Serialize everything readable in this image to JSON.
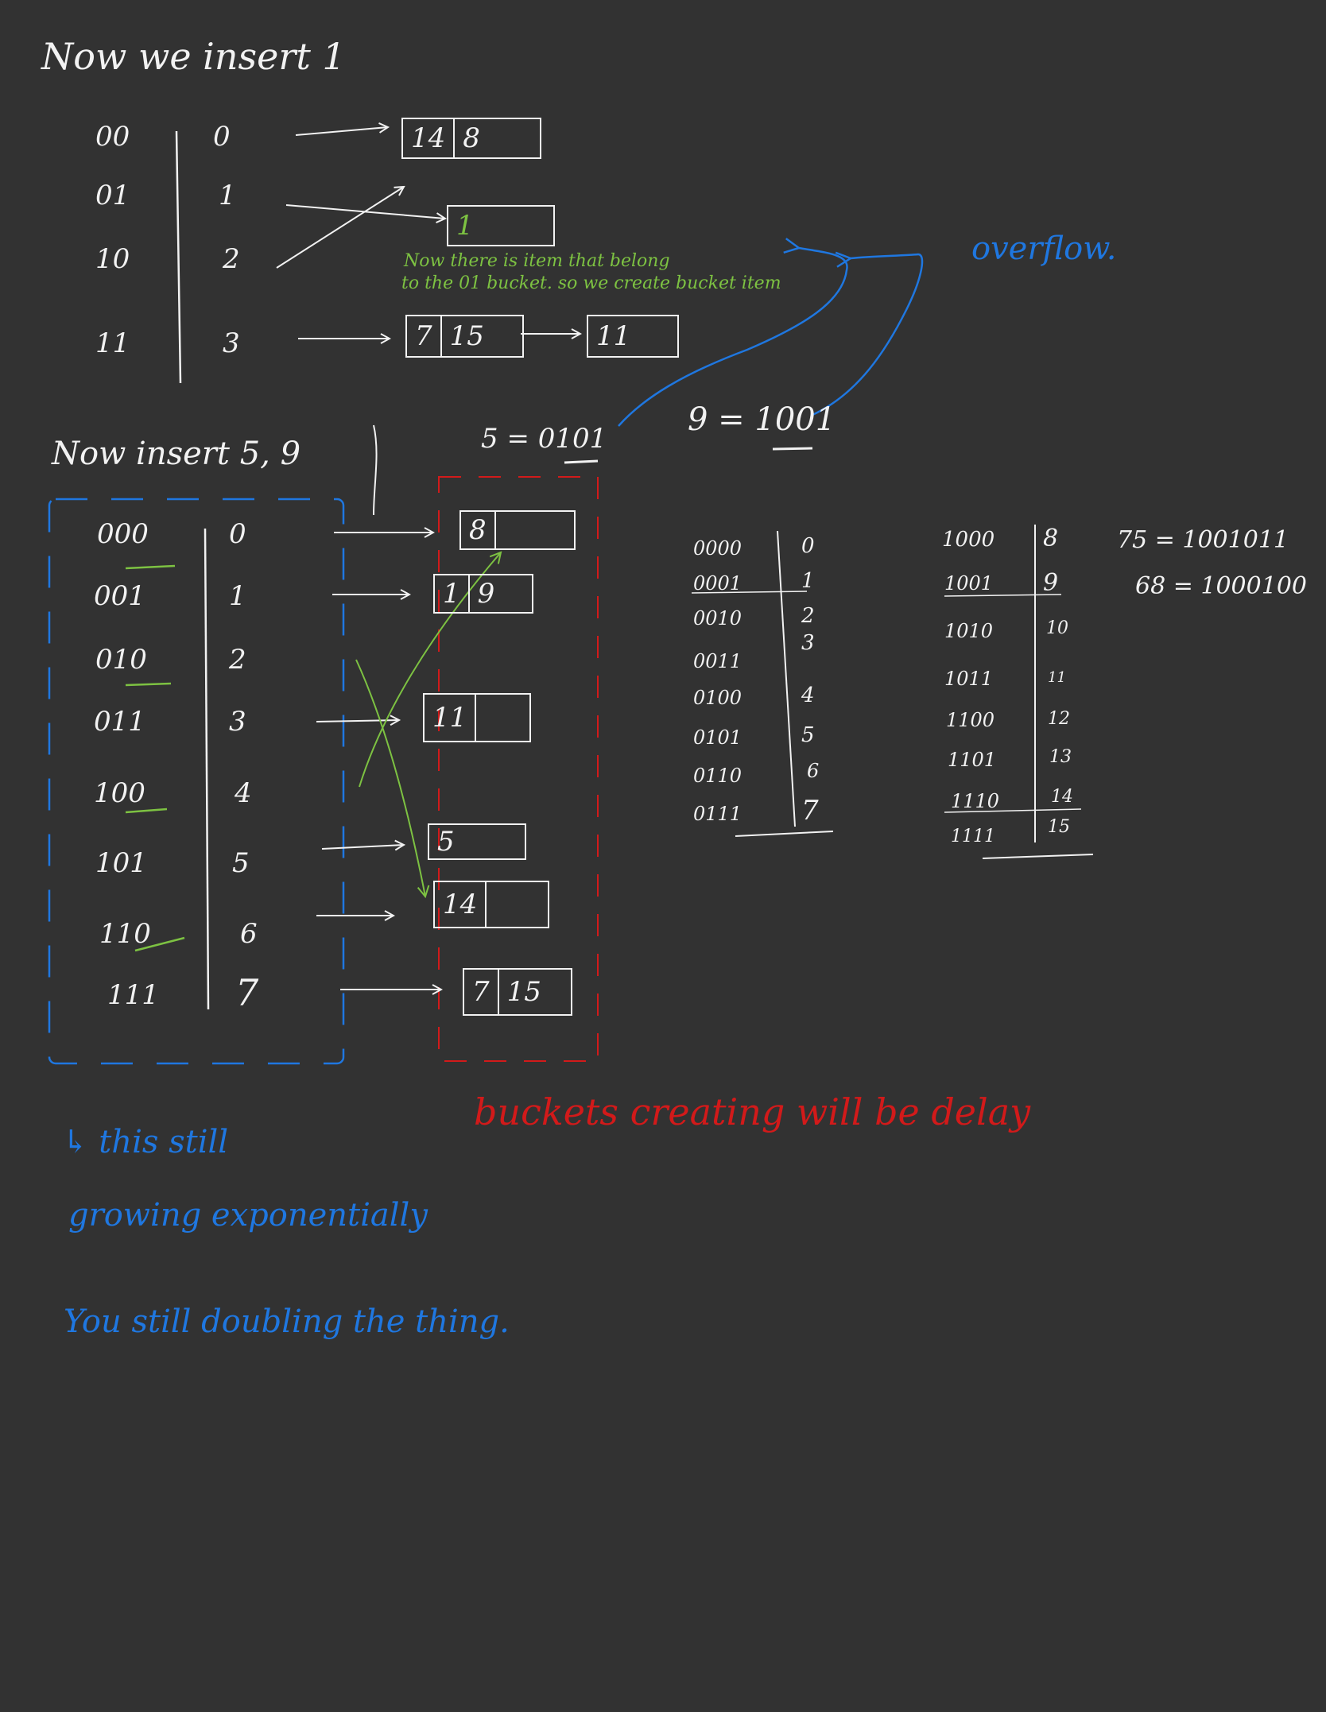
{
  "colors": {
    "background": "#323232",
    "ink": "#f2f2f2",
    "green": "#7dc242",
    "blue": "#1f77e0",
    "red": "#d21a1a"
  },
  "heading1": "Now we insert 1",
  "table1": {
    "rows": [
      {
        "bits": "00",
        "index": "0"
      },
      {
        "bits": "01",
        "index": "1"
      },
      {
        "bits": "10",
        "index": "2"
      },
      {
        "bits": "11",
        "index": "3"
      }
    ],
    "bucket_a": [
      "14",
      "8"
    ],
    "bucket_b": [
      "1"
    ],
    "bucket_c": [
      "7",
      "15"
    ],
    "bucket_overflow": [
      "11"
    ]
  },
  "green_note_line1": "Now there is item that belong",
  "green_note_line2": "to the 01 bucket. so we create bucket item",
  "overflow_label": "overflow.",
  "nine_label": "9 = 1001",
  "heading2": "Now insert 5, 9",
  "five_label": "5 = 0101",
  "table2": {
    "rows": [
      {
        "bits": "000",
        "index": "0"
      },
      {
        "bits": "001",
        "index": "1"
      },
      {
        "bits": "010",
        "index": "2"
      },
      {
        "bits": "011",
        "index": "3"
      },
      {
        "bits": "100",
        "index": "4"
      },
      {
        "bits": "101",
        "index": "5"
      },
      {
        "bits": "110",
        "index": "6"
      },
      {
        "bits": "111",
        "index": "7"
      }
    ],
    "buckets": [
      [
        "8",
        ""
      ],
      [
        "1",
        "9"
      ],
      [
        "11",
        ""
      ],
      [
        "5"
      ],
      [
        "14",
        ""
      ],
      [
        "7",
        "15"
      ]
    ]
  },
  "table3": {
    "rows": [
      {
        "bits": "0000",
        "index": "0"
      },
      {
        "bits": "0001",
        "index": "1"
      },
      {
        "bits": "0010",
        "index": "2"
      },
      {
        "bits": "0011",
        "index": "3"
      },
      {
        "bits": "0100",
        "index": "4"
      },
      {
        "bits": "0101",
        "index": "5"
      },
      {
        "bits": "0110",
        "index": "6"
      },
      {
        "bits": "0111",
        "index": "7"
      }
    ]
  },
  "table4": {
    "rows": [
      {
        "bits": "1000",
        "index": "8"
      },
      {
        "bits": "1001",
        "index": "9"
      },
      {
        "bits": "1010",
        "index": "10"
      },
      {
        "bits": "1011",
        "index": "11"
      },
      {
        "bits": "1100",
        "index": "12"
      },
      {
        "bits": "1101",
        "index": "13"
      },
      {
        "bits": "1110",
        "index": "14"
      },
      {
        "bits": "1111",
        "index": "15"
      }
    ]
  },
  "side_note1": "75 = 1001011",
  "side_note2": "68 = 1000100",
  "red_note": "buckets creating will be delay",
  "blue_note_line1": "↳ this still",
  "blue_note_line2": "growing exponentially",
  "blue_note_line3": "You still doubling the thing."
}
